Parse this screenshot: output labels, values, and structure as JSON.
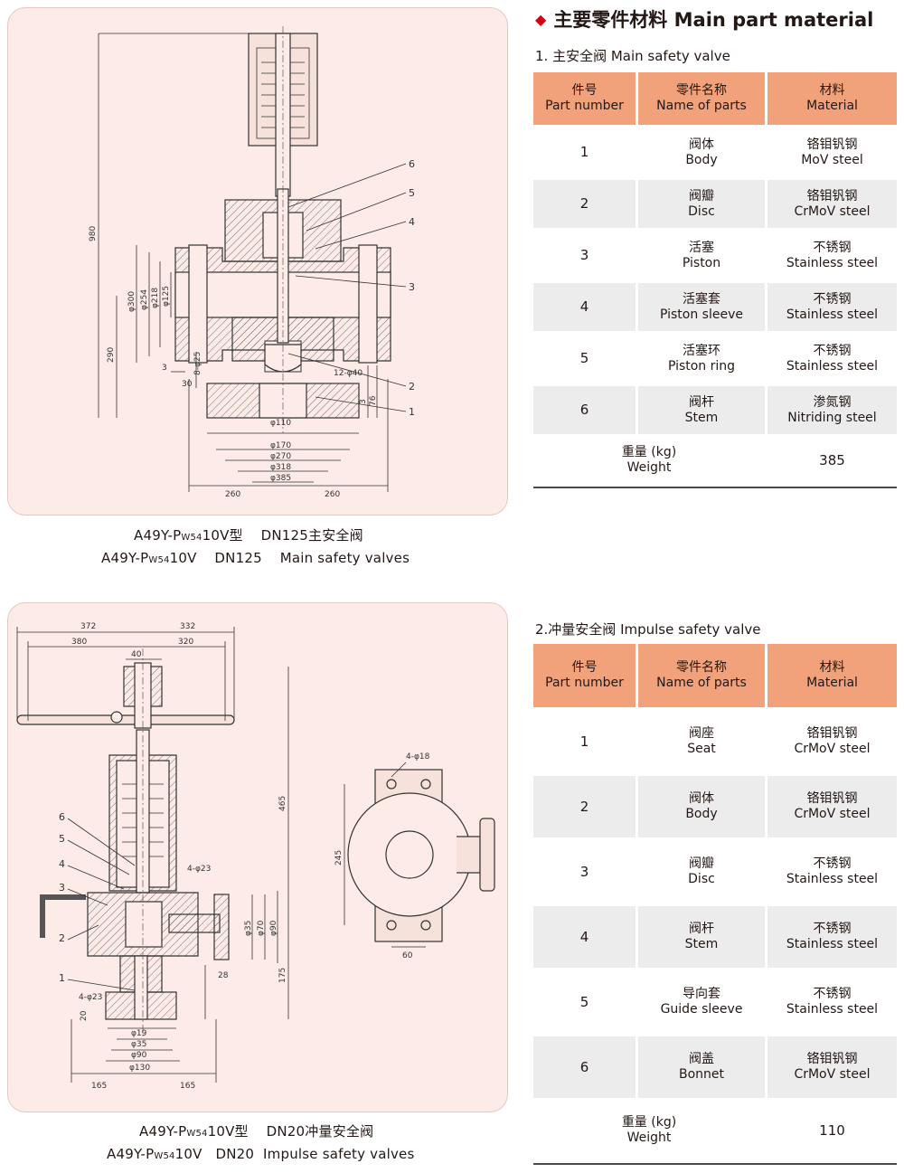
{
  "main_valve": {
    "caption_line1": [
      "A49Y-P",
      "W54",
      "10V型    DN125主安全阀"
    ],
    "caption_line2": [
      "A49Y-P",
      "W54",
      "10V    DN125    Main safety valves"
    ],
    "dims": {
      "d980": "980",
      "d290": "290",
      "d3a": "3",
      "d30": "30",
      "d8x25": "8-φ25",
      "d300": "φ300",
      "d254": "φ254",
      "d218": "φ218",
      "d125": "φ125",
      "d12x40": "12-φ40",
      "d3b": "3",
      "d76": "76",
      "d110": "φ110",
      "d170": "φ170",
      "d270": "φ270",
      "d318": "φ318",
      "d385": "φ385",
      "d260a": "260",
      "d260b": "260"
    },
    "leaders": [
      "6",
      "5",
      "4",
      "3",
      "2",
      "1"
    ]
  },
  "impulse_valve": {
    "caption_line1": [
      "A49Y-P",
      "W54",
      "10V型    DN20冲量安全阀"
    ],
    "caption_line2": [
      "A49Y-P",
      "W54",
      "10V   DN20  Impulse safety valves"
    ],
    "dims": {
      "d372": "372",
      "d332": "332",
      "d380": "380",
      "d320": "320",
      "d40": "40",
      "d465": "465",
      "d4x23a": "4-φ23",
      "d35a": "φ35",
      "d70": "φ70",
      "d90a": "φ90",
      "d28": "28",
      "d175": "175",
      "d4x23b": "4-φ23",
      "d20": "20",
      "d19": "φ19",
      "d35b": "φ35",
      "d90b": "φ90",
      "d130": "φ130",
      "d165a": "165",
      "d165b": "165",
      "d4x18": "4-φ18",
      "d245": "245",
      "d60": "60"
    },
    "leaders": [
      "6",
      "5",
      "4",
      "3",
      "2",
      "1"
    ]
  },
  "heading": "主要零件材料 Main part material",
  "tables": [
    {
      "title": "1. 主安全阀 Main safety valve",
      "headers": [
        [
          "件号",
          "Part number"
        ],
        [
          "零件名称",
          "Name of parts"
        ],
        [
          "材料",
          "Material"
        ]
      ],
      "rows": [
        [
          "1",
          "阀体",
          "Body",
          "铬钼钒钢",
          "MoV steel"
        ],
        [
          "2",
          "阀瓣",
          "Disc",
          "铬钼钒钢",
          "CrMoV steel"
        ],
        [
          "3",
          "活塞",
          "Piston",
          "不锈钢",
          "Stainless steel"
        ],
        [
          "4",
          "活塞套",
          "Piston sleeve",
          "不锈钢",
          "Stainless steel"
        ],
        [
          "5",
          "活塞环",
          "Piston ring",
          "不锈钢",
          "Stainless steel"
        ],
        [
          "6",
          "阀杆",
          "Stem",
          "渗氮钢",
          "Nitriding steel"
        ]
      ],
      "weight_label": [
        "重量 (kg)",
        "Weight"
      ],
      "weight_value": "385"
    },
    {
      "title": "2.冲量安全阀 Impulse safety valve",
      "headers": [
        [
          "件号",
          "Part number"
        ],
        [
          "零件名称",
          "Name of parts"
        ],
        [
          "材料",
          "Material"
        ]
      ],
      "rows": [
        [
          "1",
          "阀座",
          "Seat",
          "铬钼钒钢",
          "CrMoV steel"
        ],
        [
          "2",
          "阀体",
          "Body",
          "铬钼钒钢",
          "CrMoV steel"
        ],
        [
          "3",
          "阀瓣",
          "Disc",
          "不锈钢",
          "Stainless steel"
        ],
        [
          "4",
          "阀杆",
          "Stem",
          "不锈钢",
          "Stainless steel"
        ],
        [
          "5",
          "导向套",
          "Guide sleeve",
          "不锈钢",
          "Stainless steel"
        ],
        [
          "6",
          "阀盖",
          "Bonnet",
          "铬钼钒钢",
          "CrMoV steel"
        ]
      ],
      "weight_label": [
        "重量 (kg)",
        "Weight"
      ],
      "weight_value": "110"
    }
  ],
  "colors": {
    "header_fill": "#f1a27b",
    "panel_fill": "#fcebe6",
    "row_alt": "#ececec",
    "bullet": "#d7000f"
  }
}
